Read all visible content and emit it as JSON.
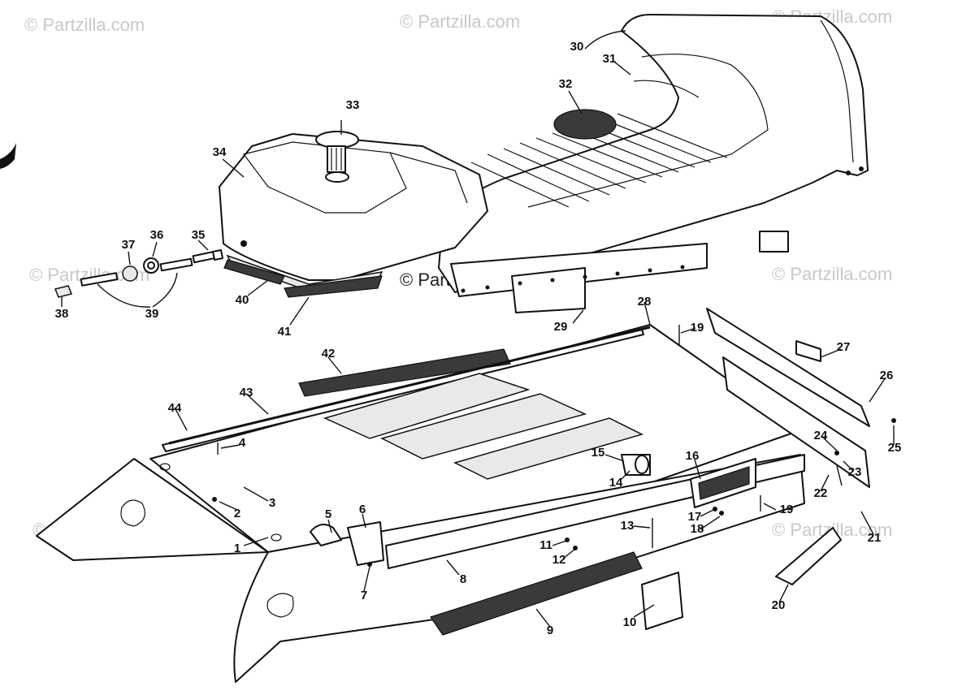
{
  "watermarks": {
    "text": "© Partzilla.com"
  },
  "callouts": [
    {
      "id": "c1",
      "label": "1"
    },
    {
      "id": "c2",
      "label": "2"
    },
    {
      "id": "c3",
      "label": "3"
    },
    {
      "id": "c4",
      "label": "4"
    },
    {
      "id": "c5",
      "label": "5"
    },
    {
      "id": "c6",
      "label": "6"
    },
    {
      "id": "c7",
      "label": "7"
    },
    {
      "id": "c8",
      "label": "8"
    },
    {
      "id": "c9",
      "label": "9"
    },
    {
      "id": "c10",
      "label": "10"
    },
    {
      "id": "c11",
      "label": "11"
    },
    {
      "id": "c12",
      "label": "12"
    },
    {
      "id": "c13",
      "label": "13"
    },
    {
      "id": "c14",
      "label": "14"
    },
    {
      "id": "c15",
      "label": "15"
    },
    {
      "id": "c16",
      "label": "16"
    },
    {
      "id": "c17",
      "label": "17"
    },
    {
      "id": "c18",
      "label": "18"
    },
    {
      "id": "c19a",
      "label": "19"
    },
    {
      "id": "c19b",
      "label": "19"
    },
    {
      "id": "c20",
      "label": "20"
    },
    {
      "id": "c21",
      "label": "21"
    },
    {
      "id": "c22",
      "label": "22"
    },
    {
      "id": "c23",
      "label": "23"
    },
    {
      "id": "c24",
      "label": "24"
    },
    {
      "id": "c25",
      "label": "25"
    },
    {
      "id": "c26",
      "label": "26"
    },
    {
      "id": "c27",
      "label": "27"
    },
    {
      "id": "c28",
      "label": "28"
    },
    {
      "id": "c29",
      "label": "29"
    },
    {
      "id": "c30",
      "label": "30"
    },
    {
      "id": "c31",
      "label": "31"
    },
    {
      "id": "c32",
      "label": "32"
    },
    {
      "id": "c33",
      "label": "33"
    },
    {
      "id": "c34",
      "label": "34"
    },
    {
      "id": "c35",
      "label": "35"
    },
    {
      "id": "c36",
      "label": "36"
    },
    {
      "id": "c37",
      "label": "37"
    },
    {
      "id": "c38",
      "label": "38"
    },
    {
      "id": "c39",
      "label": "39"
    },
    {
      "id": "c40",
      "label": "40"
    },
    {
      "id": "c41",
      "label": "41"
    },
    {
      "id": "c42",
      "label": "42"
    },
    {
      "id": "c43",
      "label": "43"
    },
    {
      "id": "c44",
      "label": "44"
    }
  ]
}
